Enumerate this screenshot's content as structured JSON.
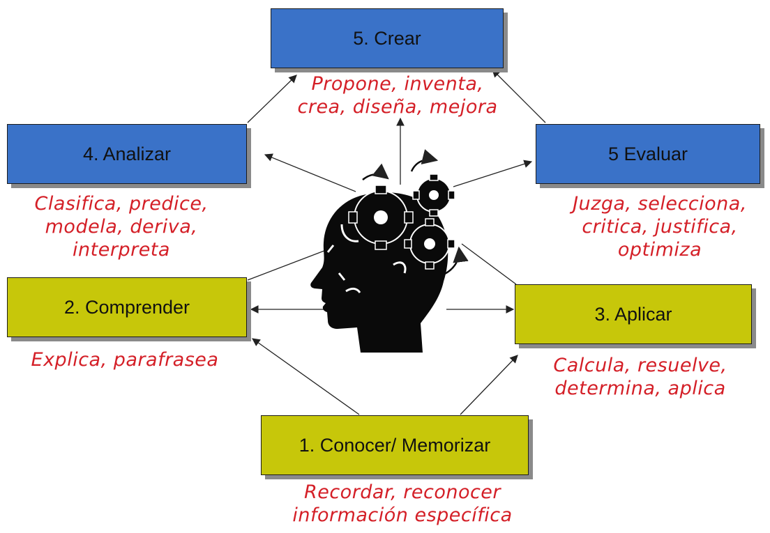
{
  "levels": {
    "crear": {
      "title": "5. Crear",
      "verbs": [
        "Propone, inventa,",
        "crea, diseña, mejora"
      ]
    },
    "analizar": {
      "title": "4. Analizar",
      "verbs": [
        "Clasifica, predice,",
        "modela, deriva,",
        "interpreta"
      ]
    },
    "evaluar": {
      "title": "5 Evaluar",
      "verbs": [
        "Juzga, selecciona,",
        "critica, justifica,",
        "optimiza"
      ]
    },
    "comprender": {
      "title": "2. Comprender",
      "verbs": [
        "Explica, parafrasea"
      ]
    },
    "aplicar": {
      "title": "3. Aplicar",
      "verbs": [
        "Calcula, resuelve,",
        "determina, aplica"
      ]
    },
    "conocer": {
      "title": "1. Conocer/ Memorizar",
      "verbs": [
        "Recordar, reconocer",
        "información específica"
      ]
    }
  },
  "center_icon": "head-with-gears-icon",
  "colors": {
    "blue_box": "#3a72c8",
    "olive_box": "#c7c70a",
    "verbs_text": "#d41f27",
    "arrow": "#222222"
  }
}
